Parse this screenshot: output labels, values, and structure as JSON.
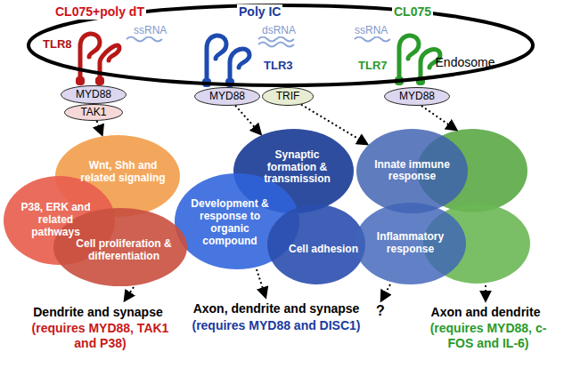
{
  "diagram": {
    "nodes": [
      {
        "text": [
          "Endosome"
        ]
      },
      {
        "text": [
          "MYD88"
        ]
      },
      {
        "text": [
          "MYD88"
        ]
      },
      {
        "text": [
          "TRIF"
        ]
      },
      {
        "text": [
          "MYD88"
        ]
      },
      {
        "text": [
          "TAK1"
        ]
      },
      {
        "text": [
          "Wnt, Shh and related signaling"
        ]
      },
      {
        "text": [
          "Synaptic formation & transmission"
        ]
      },
      {
        "text": [
          "Innate immune response"
        ]
      },
      {
        "text": [
          "P38, ERK and related pathways"
        ]
      },
      {
        "text": [
          "Development & response to organic compound"
        ]
      },
      {
        "text": [
          "Cell adhesion"
        ]
      },
      {
        "text": [
          "Inflammatory response"
        ]
      },
      {
        "text": [
          "Cell proliferation & differentiation"
        ]
      }
    ],
    "edges": [
      {
        "from": 5,
        "to": 6,
        "arrow": "to"
      },
      {
        "from": 2,
        "to": 7,
        "arrow": "to"
      },
      {
        "from": 3,
        "to": 8,
        "arrow": "to"
      }
    ],
    "labels": [
      "CL075+poly dT",
      "ssRNA",
      "TLR8",
      "Poly IC",
      "dsRNA",
      "TLR3",
      "CL075",
      "ssRNA",
      "TLR7",
      "Dendrite and synapse",
      "(requires MYD88, TAK1 and P38)",
      "Axon, dendrite and synapse",
      "(requires MYD88 and DISC1)",
      "?",
      "Axon and dendrite",
      "(requires MYD88, c-FOS and IL-6)"
    ]
  }
}
